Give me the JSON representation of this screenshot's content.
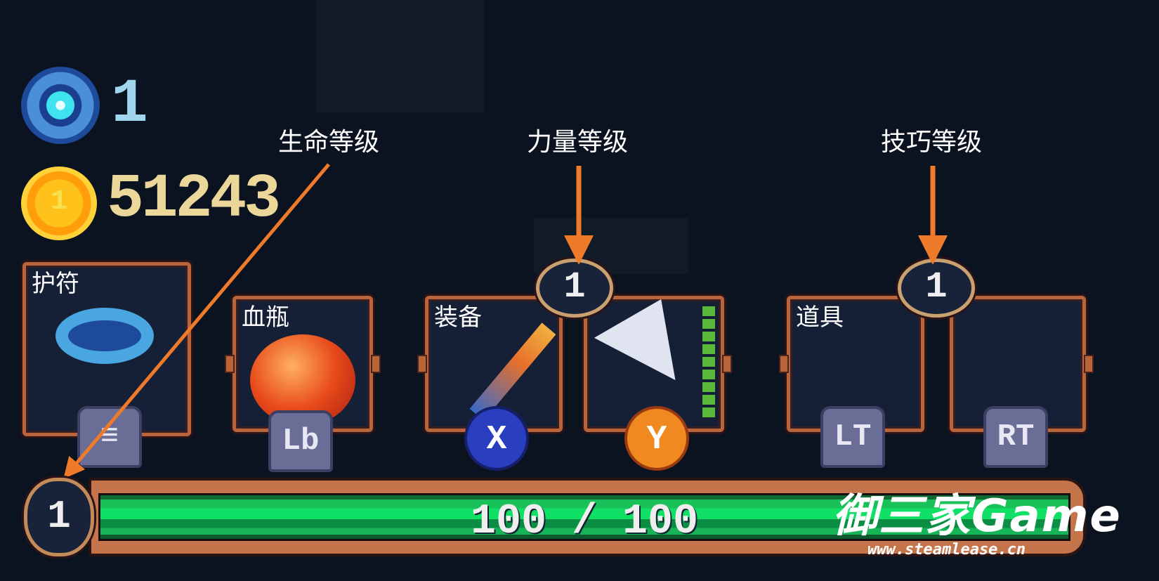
{
  "currency": {
    "cells": "1",
    "gold": "51243",
    "coin_glyph": "1"
  },
  "annotations": {
    "life_level": "生命等级",
    "strength_level": "力量等级",
    "skill_level": "技巧等级"
  },
  "slots": {
    "amulet": {
      "label": "护符",
      "button": "≡"
    },
    "flask": {
      "label": "血瓶",
      "button": "Lb"
    },
    "equipment": {
      "label": "装备",
      "primary_button": "X",
      "secondary_button": "Y",
      "strength_level": "1"
    },
    "items": {
      "label": "道具",
      "left_button": "LT",
      "right_button": "RT",
      "skill_level": "1"
    }
  },
  "health": {
    "level": "1",
    "current": 100,
    "max": 100,
    "text": "100 / 100",
    "fraction": 1.0
  },
  "watermark": {
    "title": "御三家Game",
    "url": "www.steamlease.cn"
  },
  "colors": {
    "accent_arrow": "#ee7a2a",
    "hp_green": "#11e066",
    "frame": "#b8653c"
  }
}
